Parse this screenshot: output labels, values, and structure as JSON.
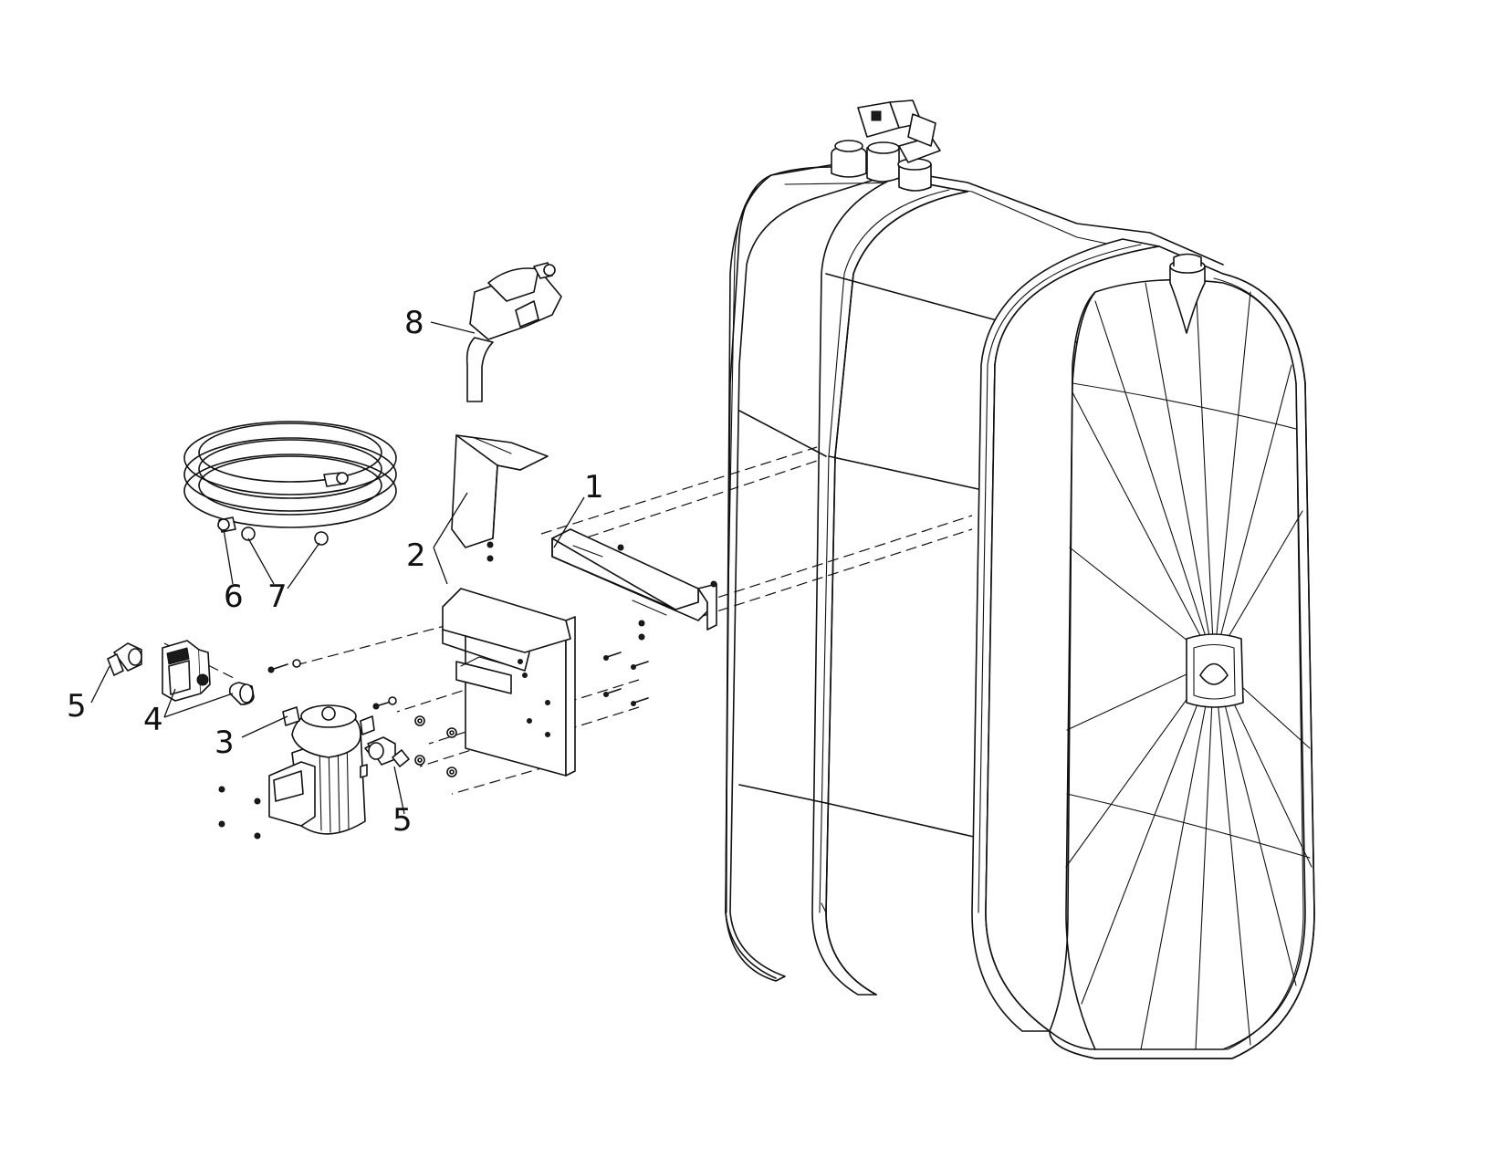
{
  "callouts": [
    {
      "id": "label-1",
      "text": "1"
    },
    {
      "id": "label-2",
      "text": "2"
    },
    {
      "id": "label-3",
      "text": "3"
    },
    {
      "id": "label-4",
      "text": "4"
    },
    {
      "id": "label-5a",
      "text": "5"
    },
    {
      "id": "label-5b",
      "text": "5"
    },
    {
      "id": "label-6",
      "text": "6"
    },
    {
      "id": "label-7",
      "text": "7"
    },
    {
      "id": "label-8",
      "text": "8"
    }
  ]
}
